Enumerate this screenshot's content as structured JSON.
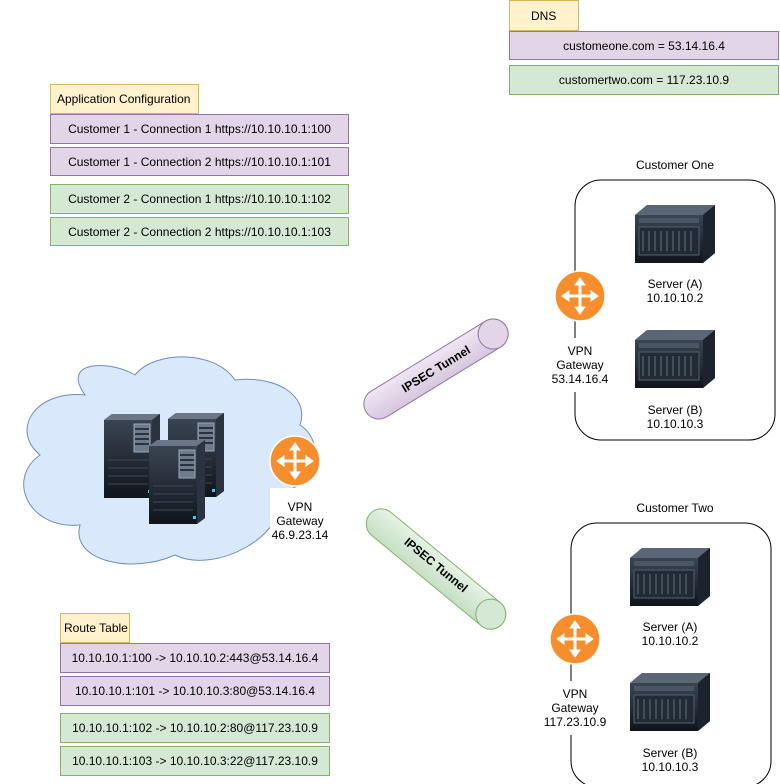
{
  "dns": {
    "title": "DNS",
    "entries": [
      "customeone.com = 53.14.16.4",
      "customertwo.com = 117.23.10.9"
    ]
  },
  "app_config": {
    "title": "Application Configuration",
    "entries": [
      "Customer 1 - Connection 1 https://10.10.10.1:100",
      "Customer 1 - Connection 2 https://10.10.10.1:101",
      "Customer 2 - Connection 1 https://10.10.10.1:102",
      "Customer 2 - Connection 2 https://10.10.10.1:103"
    ]
  },
  "route_table": {
    "title": "Route Table",
    "entries": [
      "10.10.10.1:100 -> 10.10.10.2:443@53.14.16.4",
      "10.10.10.1:101 -> 10.10.10.3:80@53.14.16.4",
      "10.10.10.1:102 -> 10.10.10.2:80@117.23.10.9",
      "10.10.10.1:103 -> 10.10.10.3:22@117.23.10.9"
    ]
  },
  "local": {
    "gateway": [
      "VPN",
      "Gateway",
      "46.9.23.14"
    ]
  },
  "tunnels": [
    "IPSEC Tunnel",
    "IPSEC Tunnel"
  ],
  "customer_one": {
    "title": "Customer One",
    "gateway": [
      "VPN",
      "Gateway",
      "53.14.16.4"
    ],
    "server_a": [
      "Server (A)",
      "10.10.10.2"
    ],
    "server_b": [
      "Server (B)",
      "10.10.10.3"
    ]
  },
  "customer_two": {
    "title": "Customer Two",
    "gateway": [
      "VPN",
      "Gateway",
      "117.23.10.9"
    ],
    "server_a": [
      "Server (A)",
      "10.10.10.2"
    ],
    "server_b": [
      "Server (B)",
      "10.10.10.3"
    ]
  },
  "colors": {
    "purple_fill": "#e1d5e7",
    "purple_stroke": "#9673a6",
    "green_fill": "#d5e8d4",
    "green_stroke": "#82b366",
    "tab_fill": "#fff2cc",
    "tab_stroke": "#d6b656",
    "cloud_fill": "#dae8fc",
    "cloud_stroke": "#6c8ebf",
    "router_fill": "#f78e2d"
  },
  "icons": [
    "cloud-icon",
    "server-tower-icon",
    "router-icon",
    "rack-server-icon"
  ]
}
